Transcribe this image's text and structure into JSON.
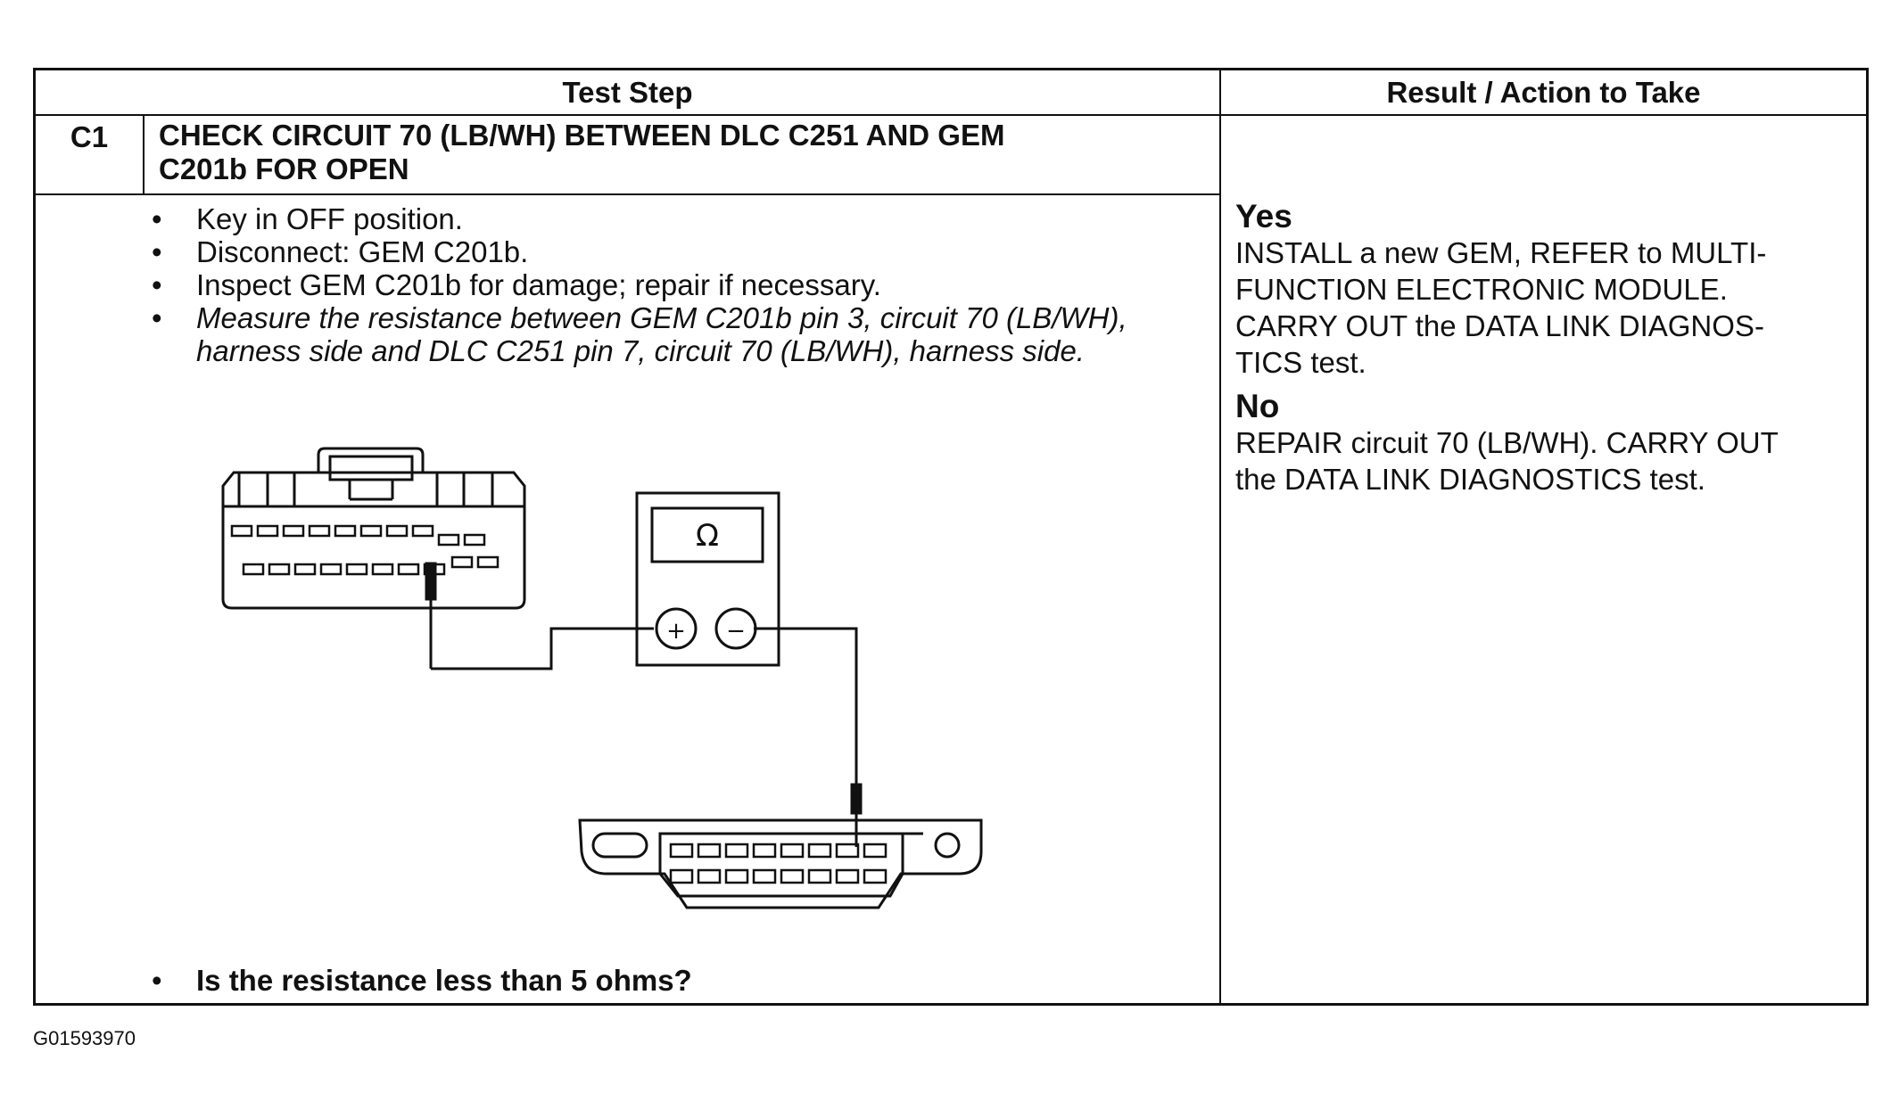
{
  "table": {
    "header_test_step": "Test Step",
    "header_result": "Result / Action to Take",
    "step_id": "C1",
    "step_title_line1": "CHECK CIRCUIT 70 (LB/WH) BETWEEN DLC C251 AND GEM",
    "step_title_line2": "C201b FOR OPEN",
    "instructions": [
      "Key in OFF position.",
      "Disconnect: GEM C201b.",
      "Inspect GEM C201b for damage; repair if necessary.",
      "Measure the resistance between GEM C201b pin 3, circuit 70 (LB/WH), harness side and DLC C251 pin 7, circuit 70 (LB/WH), harness side."
    ],
    "question": "Is the resistance less than 5 ohms?",
    "yes_label": "Yes",
    "yes_action_line1": "INSTALL a new GEM, REFER to MULTI-",
    "yes_action_line2": "FUNCTION ELECTRONIC MODULE.",
    "yes_action_line3": "CARRY OUT the DATA LINK DIAGNOS-",
    "yes_action_line4": "TICS test.",
    "no_label": "No",
    "no_action_line1": "REPAIR circuit 70 (LB/WH). CARRY OUT",
    "no_action_line2": "the DATA LINK DIAGNOSTICS test."
  },
  "diagram": {
    "meter_symbol": "Ω",
    "plus_symbol": "+",
    "minus_symbol": "−",
    "icons": [
      "gem-connector-icon",
      "ohmmeter-icon",
      "dlc-connector-icon",
      "probe-icon"
    ]
  },
  "figure_id": "G01593970"
}
